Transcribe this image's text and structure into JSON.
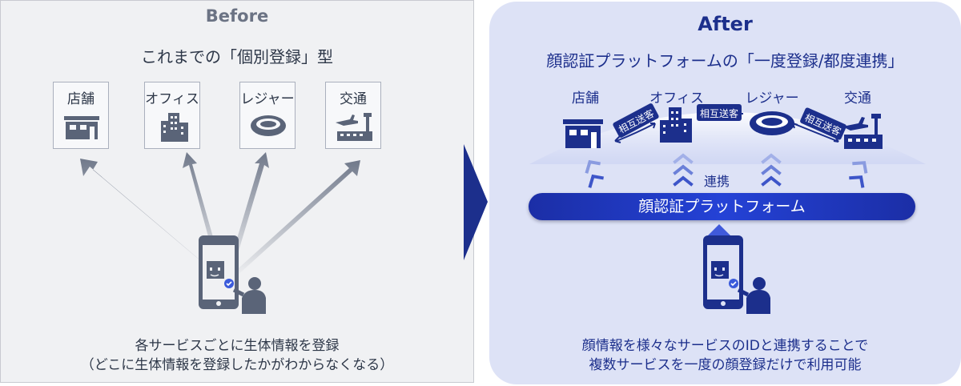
{
  "before": {
    "title": "Before",
    "subtitle": "これまでの「個別登録」型",
    "services": [
      {
        "label": "店舗",
        "icon": "store-icon"
      },
      {
        "label": "オフィス",
        "icon": "office-building-icon"
      },
      {
        "label": "レジャー",
        "icon": "stadium-icon"
      },
      {
        "label": "交通",
        "icon": "airport-icon"
      }
    ],
    "caption_line1": "各サービスごとに生体情報を登録",
    "caption_line2": "（どこに生体情報を登録したかがわからなくなる）"
  },
  "after": {
    "title": "After",
    "subtitle": "顔認証プラットフォームの「一度登録/都度連携」",
    "services": [
      {
        "label": "店舗",
        "icon": "store-icon"
      },
      {
        "label": "オフィス",
        "icon": "office-building-icon"
      },
      {
        "label": "レジャー",
        "icon": "stadium-icon"
      },
      {
        "label": "交通",
        "icon": "airport-icon"
      }
    ],
    "mutual_labels": [
      "相互送客",
      "相互送客",
      "相互送客"
    ],
    "link_label": "連携",
    "platform_label": "顔認証プラットフォーム",
    "caption_line1": "顔情報を様々なサービスのIDと連携することで",
    "caption_line2": "複数サービスを一度の顔登録だけで利用可能"
  },
  "colors": {
    "before_bg": "#f0f1f3",
    "after_bg": "#dde2f6",
    "navy": "#1c2f8c",
    "icon_gray": "#5a6478",
    "platform_blue": "#2442d6"
  }
}
